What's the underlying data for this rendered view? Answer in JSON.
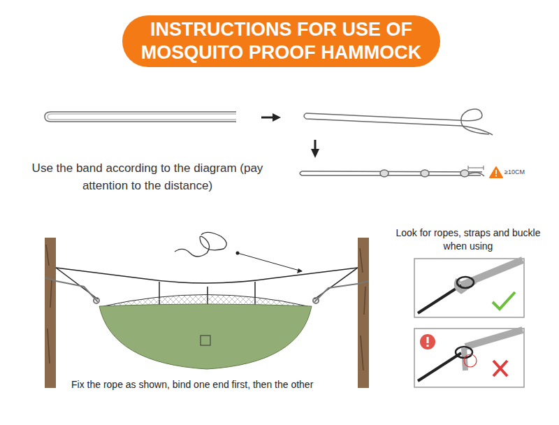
{
  "diagram": {
    "title": "INSTRUCTIONS FOR USE OF MOSQUITO PROOF HAMMOCK",
    "labels": [
      "Use the band according to the diagram (pay attention to the distance)",
      "≥10CM",
      "Look for ropes, straps and buckle when using",
      "Fix the rope as shown, bind one end first, then the other"
    ]
  }
}
